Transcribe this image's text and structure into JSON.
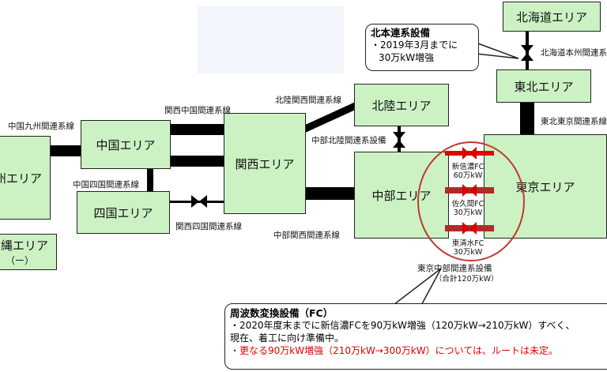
{
  "areas": {
    "hokkaido": "北海道エリア",
    "tohoku": "東北エリア",
    "hokuriku": "北陸エリア",
    "tokyo": "東京エリア",
    "chubu": "中部エリア",
    "kansai": "関西エリア",
    "chugoku": "中国エリア",
    "shikoku": "四国エリア",
    "kyushu": "州エリア",
    "okinawa": "縄エリア",
    "okinawa_sub": "（ー）"
  },
  "links": {
    "hokkaido_honshu": "北海道本州間連系",
    "tohoku_tokyo": "東北東京間連系線",
    "hokuriku_kansai": "北陸関西間連系線",
    "chubu_hokuriku": "中部北陸間連系設備",
    "kansai_chugoku": "関西中国間連系線",
    "chugoku_kyushu": "中国九州間連系線",
    "chugoku_shikoku": "中国四国間連系線",
    "kansai_shikoku": "関西四国間連系線",
    "chubu_kansai": "中部関西間連系線",
    "tokyo_chubu": "東京中部間連系設備",
    "tokyo_chubu_total": "（合計120万kW）"
  },
  "fc": [
    {
      "name": "新信濃FC",
      "cap": "60万kW"
    },
    {
      "name": "佐久間FC",
      "cap": "30万kW"
    },
    {
      "name": "東清水FC",
      "cap": "30万kW"
    }
  ],
  "callout_north": {
    "title": "北本連系設備",
    "line1": "・2019年3月までに",
    "line2": "30万kW増強"
  },
  "callout_fc": {
    "title": "周波数変換設備（FC）",
    "line1": "・2020年度末までに新信濃FCを90万kW増強（120万kW→210万kW）すべく、",
    "line2": "現在、着工に向け準備中。",
    "line3": "・更なる90万kW増強（210万kW→300万kW）については、ルートは未定。"
  },
  "colors": {
    "area_fill": "#ccf2c4",
    "line": "#000000",
    "fc_link": "#b22222",
    "ellipse": "#c0392b",
    "highlight_text": "#e00000"
  }
}
